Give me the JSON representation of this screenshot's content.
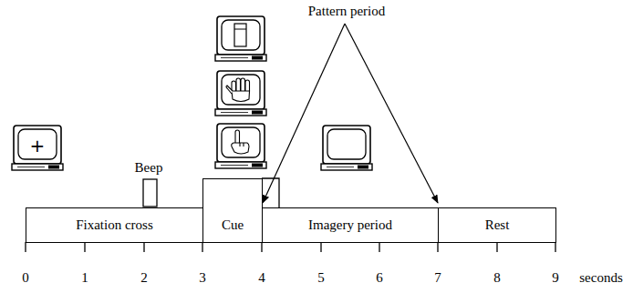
{
  "diagram": {
    "nodes": [
      {
        "text": [
          "Fixation cross"
        ]
      },
      {
        "text": [
          "Cue"
        ]
      },
      {
        "text": [
          "Imagery period"
        ]
      },
      {
        "text": [
          "Rest"
        ]
      }
    ],
    "labels": [
      "Beep",
      "Pattern period",
      "+",
      "0",
      "1",
      "2",
      "3",
      "4",
      "5",
      "6",
      "7",
      "8",
      "9",
      "seconds"
    ]
  }
}
